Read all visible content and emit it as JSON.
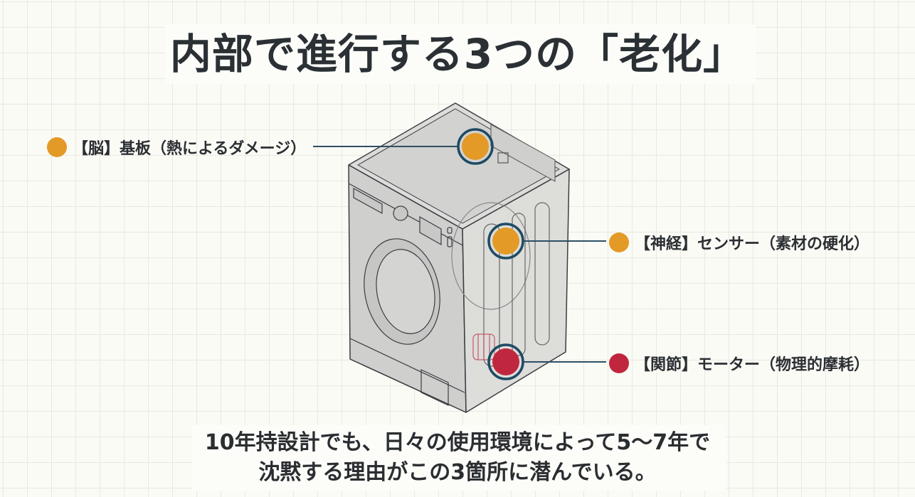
{
  "title": "内部で進行する3つの「老化」",
  "callouts": [
    {
      "label": "【脳】基板（熱によるダメージ）",
      "color": "#E39A26"
    },
    {
      "label": "【神経】センサー（素材の硬化）",
      "color": "#E39A26"
    },
    {
      "label": "【関節】モーター（物理的摩耗）",
      "color": "#C0273F"
    }
  ],
  "footer": {
    "line1": "10年持設計でも、日々の使用環境によって5〜7年で",
    "line2": "沈黙する理由がこの3箇所に潜んでいる。"
  },
  "colors": {
    "ring": "#1F4A63",
    "leader": "#2E4F66"
  }
}
